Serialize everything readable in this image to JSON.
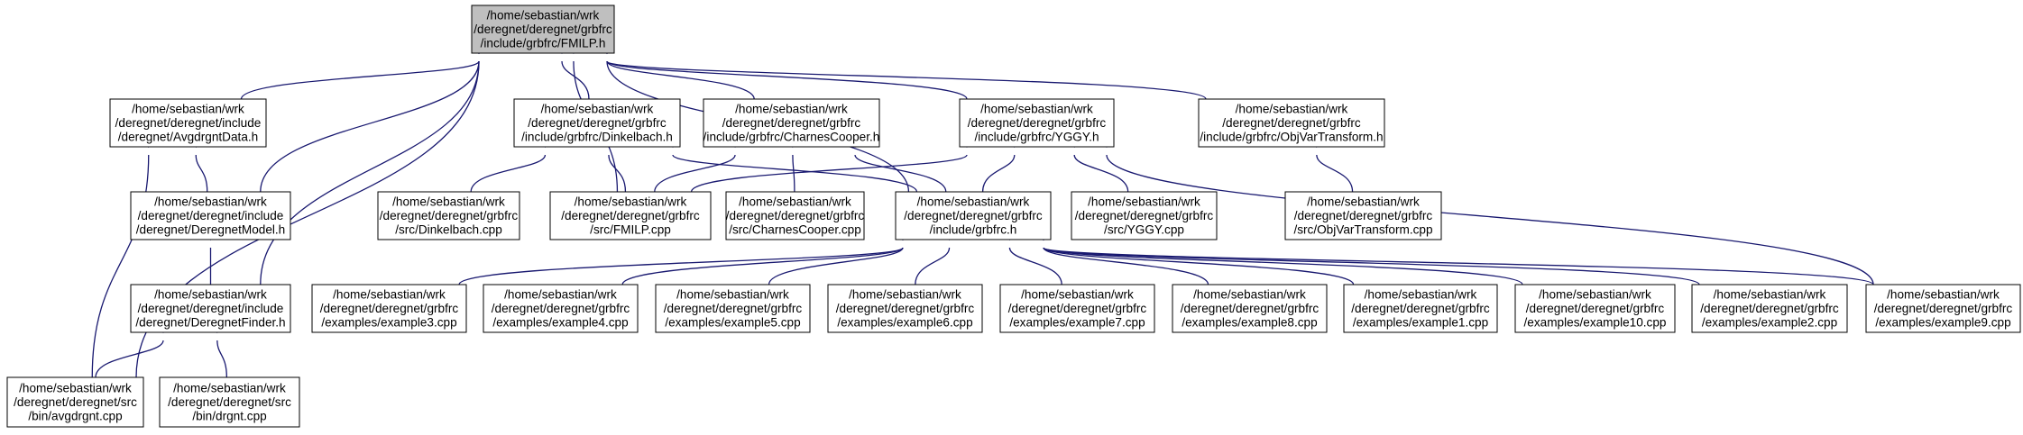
{
  "colors": {
    "edge": "#191970",
    "node_border": "#000000",
    "node_fill": "#ffffff",
    "focus_fill": "#bfbfbf"
  },
  "nodes": [
    {
      "id": "fmilp_h",
      "lines": [
        "/home/sebastian/wrk",
        "/deregnet/deregnet/grbfrc",
        "/include/grbfrc/FMILP.h"
      ],
      "focus": true
    },
    {
      "id": "avgdrgntdata_h",
      "lines": [
        "/home/sebastian/wrk",
        "/deregnet/deregnet/include",
        "/deregnet/AvgdrgntData.h"
      ]
    },
    {
      "id": "dinkelbach_h",
      "lines": [
        "/home/sebastian/wrk",
        "/deregnet/deregnet/grbfrc",
        "/include/grbfrc/Dinkelbach.h"
      ]
    },
    {
      "id": "charnescooper_h",
      "lines": [
        "/home/sebastian/wrk",
        "/deregnet/deregnet/grbfrc",
        "/include/grbfrc/CharnesCooper.h"
      ]
    },
    {
      "id": "yggy_h",
      "lines": [
        "/home/sebastian/wrk",
        "/deregnet/deregnet/grbfrc",
        "/include/grbfrc/YGGY.h"
      ]
    },
    {
      "id": "objvartransform_h",
      "lines": [
        "/home/sebastian/wrk",
        "/deregnet/deregnet/grbfrc",
        "/include/grbfrc/ObjVarTransform.h"
      ]
    },
    {
      "id": "deregnetmodel_h",
      "lines": [
        "/home/sebastian/wrk",
        "/deregnet/deregnet/include",
        "/deregnet/DeregnetModel.h"
      ]
    },
    {
      "id": "dinkelbach_cpp",
      "lines": [
        "/home/sebastian/wrk",
        "/deregnet/deregnet/grbfrc",
        "/src/Dinkelbach.cpp"
      ]
    },
    {
      "id": "fmilp_cpp",
      "lines": [
        "/home/sebastian/wrk",
        "/deregnet/deregnet/grbfrc",
        "/src/FMILP.cpp"
      ]
    },
    {
      "id": "charnescooper_cpp",
      "lines": [
        "/home/sebastian/wrk",
        "/deregnet/deregnet/grbfrc",
        "/src/CharnesCooper.cpp"
      ]
    },
    {
      "id": "grbfrc_h",
      "lines": [
        "/home/sebastian/wrk",
        "/deregnet/deregnet/grbfrc",
        "/include/grbfrc.h"
      ]
    },
    {
      "id": "yggy_cpp",
      "lines": [
        "/home/sebastian/wrk",
        "/deregnet/deregnet/grbfrc",
        "/src/YGGY.cpp"
      ]
    },
    {
      "id": "objvartransform_cpp",
      "lines": [
        "/home/sebastian/wrk",
        "/deregnet/deregnet/grbfrc",
        "/src/ObjVarTransform.cpp"
      ]
    },
    {
      "id": "deregnetfinder_h",
      "lines": [
        "/home/sebastian/wrk",
        "/deregnet/deregnet/include",
        "/deregnet/DeregnetFinder.h"
      ]
    },
    {
      "id": "example3_cpp",
      "lines": [
        "/home/sebastian/wrk",
        "/deregnet/deregnet/grbfrc",
        "/examples/example3.cpp"
      ]
    },
    {
      "id": "example4_cpp",
      "lines": [
        "/home/sebastian/wrk",
        "/deregnet/deregnet/grbfrc",
        "/examples/example4.cpp"
      ]
    },
    {
      "id": "example5_cpp",
      "lines": [
        "/home/sebastian/wrk",
        "/deregnet/deregnet/grbfrc",
        "/examples/example5.cpp"
      ]
    },
    {
      "id": "example6_cpp",
      "lines": [
        "/home/sebastian/wrk",
        "/deregnet/deregnet/grbfrc",
        "/examples/example6.cpp"
      ]
    },
    {
      "id": "example7_cpp",
      "lines": [
        "/home/sebastian/wrk",
        "/deregnet/deregnet/grbfrc",
        "/examples/example7.cpp"
      ]
    },
    {
      "id": "example8_cpp",
      "lines": [
        "/home/sebastian/wrk",
        "/deregnet/deregnet/grbfrc",
        "/examples/example8.cpp"
      ]
    },
    {
      "id": "example1_cpp",
      "lines": [
        "/home/sebastian/wrk",
        "/deregnet/deregnet/grbfrc",
        "/examples/example1.cpp"
      ]
    },
    {
      "id": "example10_cpp",
      "lines": [
        "/home/sebastian/wrk",
        "/deregnet/deregnet/grbfrc",
        "/examples/example10.cpp"
      ]
    },
    {
      "id": "example2_cpp",
      "lines": [
        "/home/sebastian/wrk",
        "/deregnet/deregnet/grbfrc",
        "/examples/example2.cpp"
      ]
    },
    {
      "id": "example9_cpp",
      "lines": [
        "/home/sebastian/wrk",
        "/deregnet/deregnet/grbfrc",
        "/examples/example9.cpp"
      ]
    },
    {
      "id": "avgdrgnt_cpp",
      "lines": [
        "/home/sebastian/wrk",
        "/deregnet/deregnet/src",
        "/bin/avgdrgnt.cpp"
      ]
    },
    {
      "id": "drgnt_cpp",
      "lines": [
        "/home/sebastian/wrk",
        "/deregnet/deregnet/src",
        "/bin/drgnt.cpp"
      ]
    }
  ],
  "edges": [
    {
      "from": "avgdrgntdata_h",
      "to": "fmilp_h"
    },
    {
      "from": "dinkelbach_h",
      "to": "fmilp_h"
    },
    {
      "from": "charnescooper_h",
      "to": "fmilp_h"
    },
    {
      "from": "yggy_h",
      "to": "fmilp_h"
    },
    {
      "from": "objvartransform_h",
      "to": "fmilp_h"
    },
    {
      "from": "deregnetmodel_h",
      "to": "fmilp_h"
    },
    {
      "from": "deregnetfinder_h",
      "to": "fmilp_h"
    },
    {
      "from": "avgdrgnt_cpp",
      "to": "fmilp_h"
    },
    {
      "from": "fmilp_cpp",
      "to": "fmilp_h"
    },
    {
      "from": "grbfrc_h",
      "to": "fmilp_h"
    },
    {
      "from": "deregnetmodel_h",
      "to": "avgdrgntdata_h"
    },
    {
      "from": "avgdrgnt_cpp",
      "to": "avgdrgntdata_h"
    },
    {
      "from": "deregnetfinder_h",
      "to": "deregnetmodel_h"
    },
    {
      "from": "avgdrgnt_cpp",
      "to": "deregnetfinder_h"
    },
    {
      "from": "drgnt_cpp",
      "to": "deregnetfinder_h"
    },
    {
      "from": "dinkelbach_cpp",
      "to": "dinkelbach_h"
    },
    {
      "from": "fmilp_cpp",
      "to": "dinkelbach_h"
    },
    {
      "from": "grbfrc_h",
      "to": "dinkelbach_h"
    },
    {
      "from": "fmilp_cpp",
      "to": "charnescooper_h"
    },
    {
      "from": "charnescooper_cpp",
      "to": "charnescooper_h"
    },
    {
      "from": "grbfrc_h",
      "to": "charnescooper_h"
    },
    {
      "from": "fmilp_cpp",
      "to": "yggy_h"
    },
    {
      "from": "grbfrc_h",
      "to": "yggy_h"
    },
    {
      "from": "yggy_cpp",
      "to": "yggy_h"
    },
    {
      "from": "example9_cpp",
      "to": "yggy_h"
    },
    {
      "from": "objvartransform_cpp",
      "to": "objvartransform_h"
    },
    {
      "from": "example3_cpp",
      "to": "grbfrc_h"
    },
    {
      "from": "example4_cpp",
      "to": "grbfrc_h"
    },
    {
      "from": "example5_cpp",
      "to": "grbfrc_h"
    },
    {
      "from": "example6_cpp",
      "to": "grbfrc_h"
    },
    {
      "from": "example7_cpp",
      "to": "grbfrc_h"
    },
    {
      "from": "example8_cpp",
      "to": "grbfrc_h"
    },
    {
      "from": "example1_cpp",
      "to": "grbfrc_h"
    },
    {
      "from": "example10_cpp",
      "to": "grbfrc_h"
    },
    {
      "from": "example2_cpp",
      "to": "grbfrc_h"
    },
    {
      "from": "example9_cpp",
      "to": "grbfrc_h"
    }
  ]
}
